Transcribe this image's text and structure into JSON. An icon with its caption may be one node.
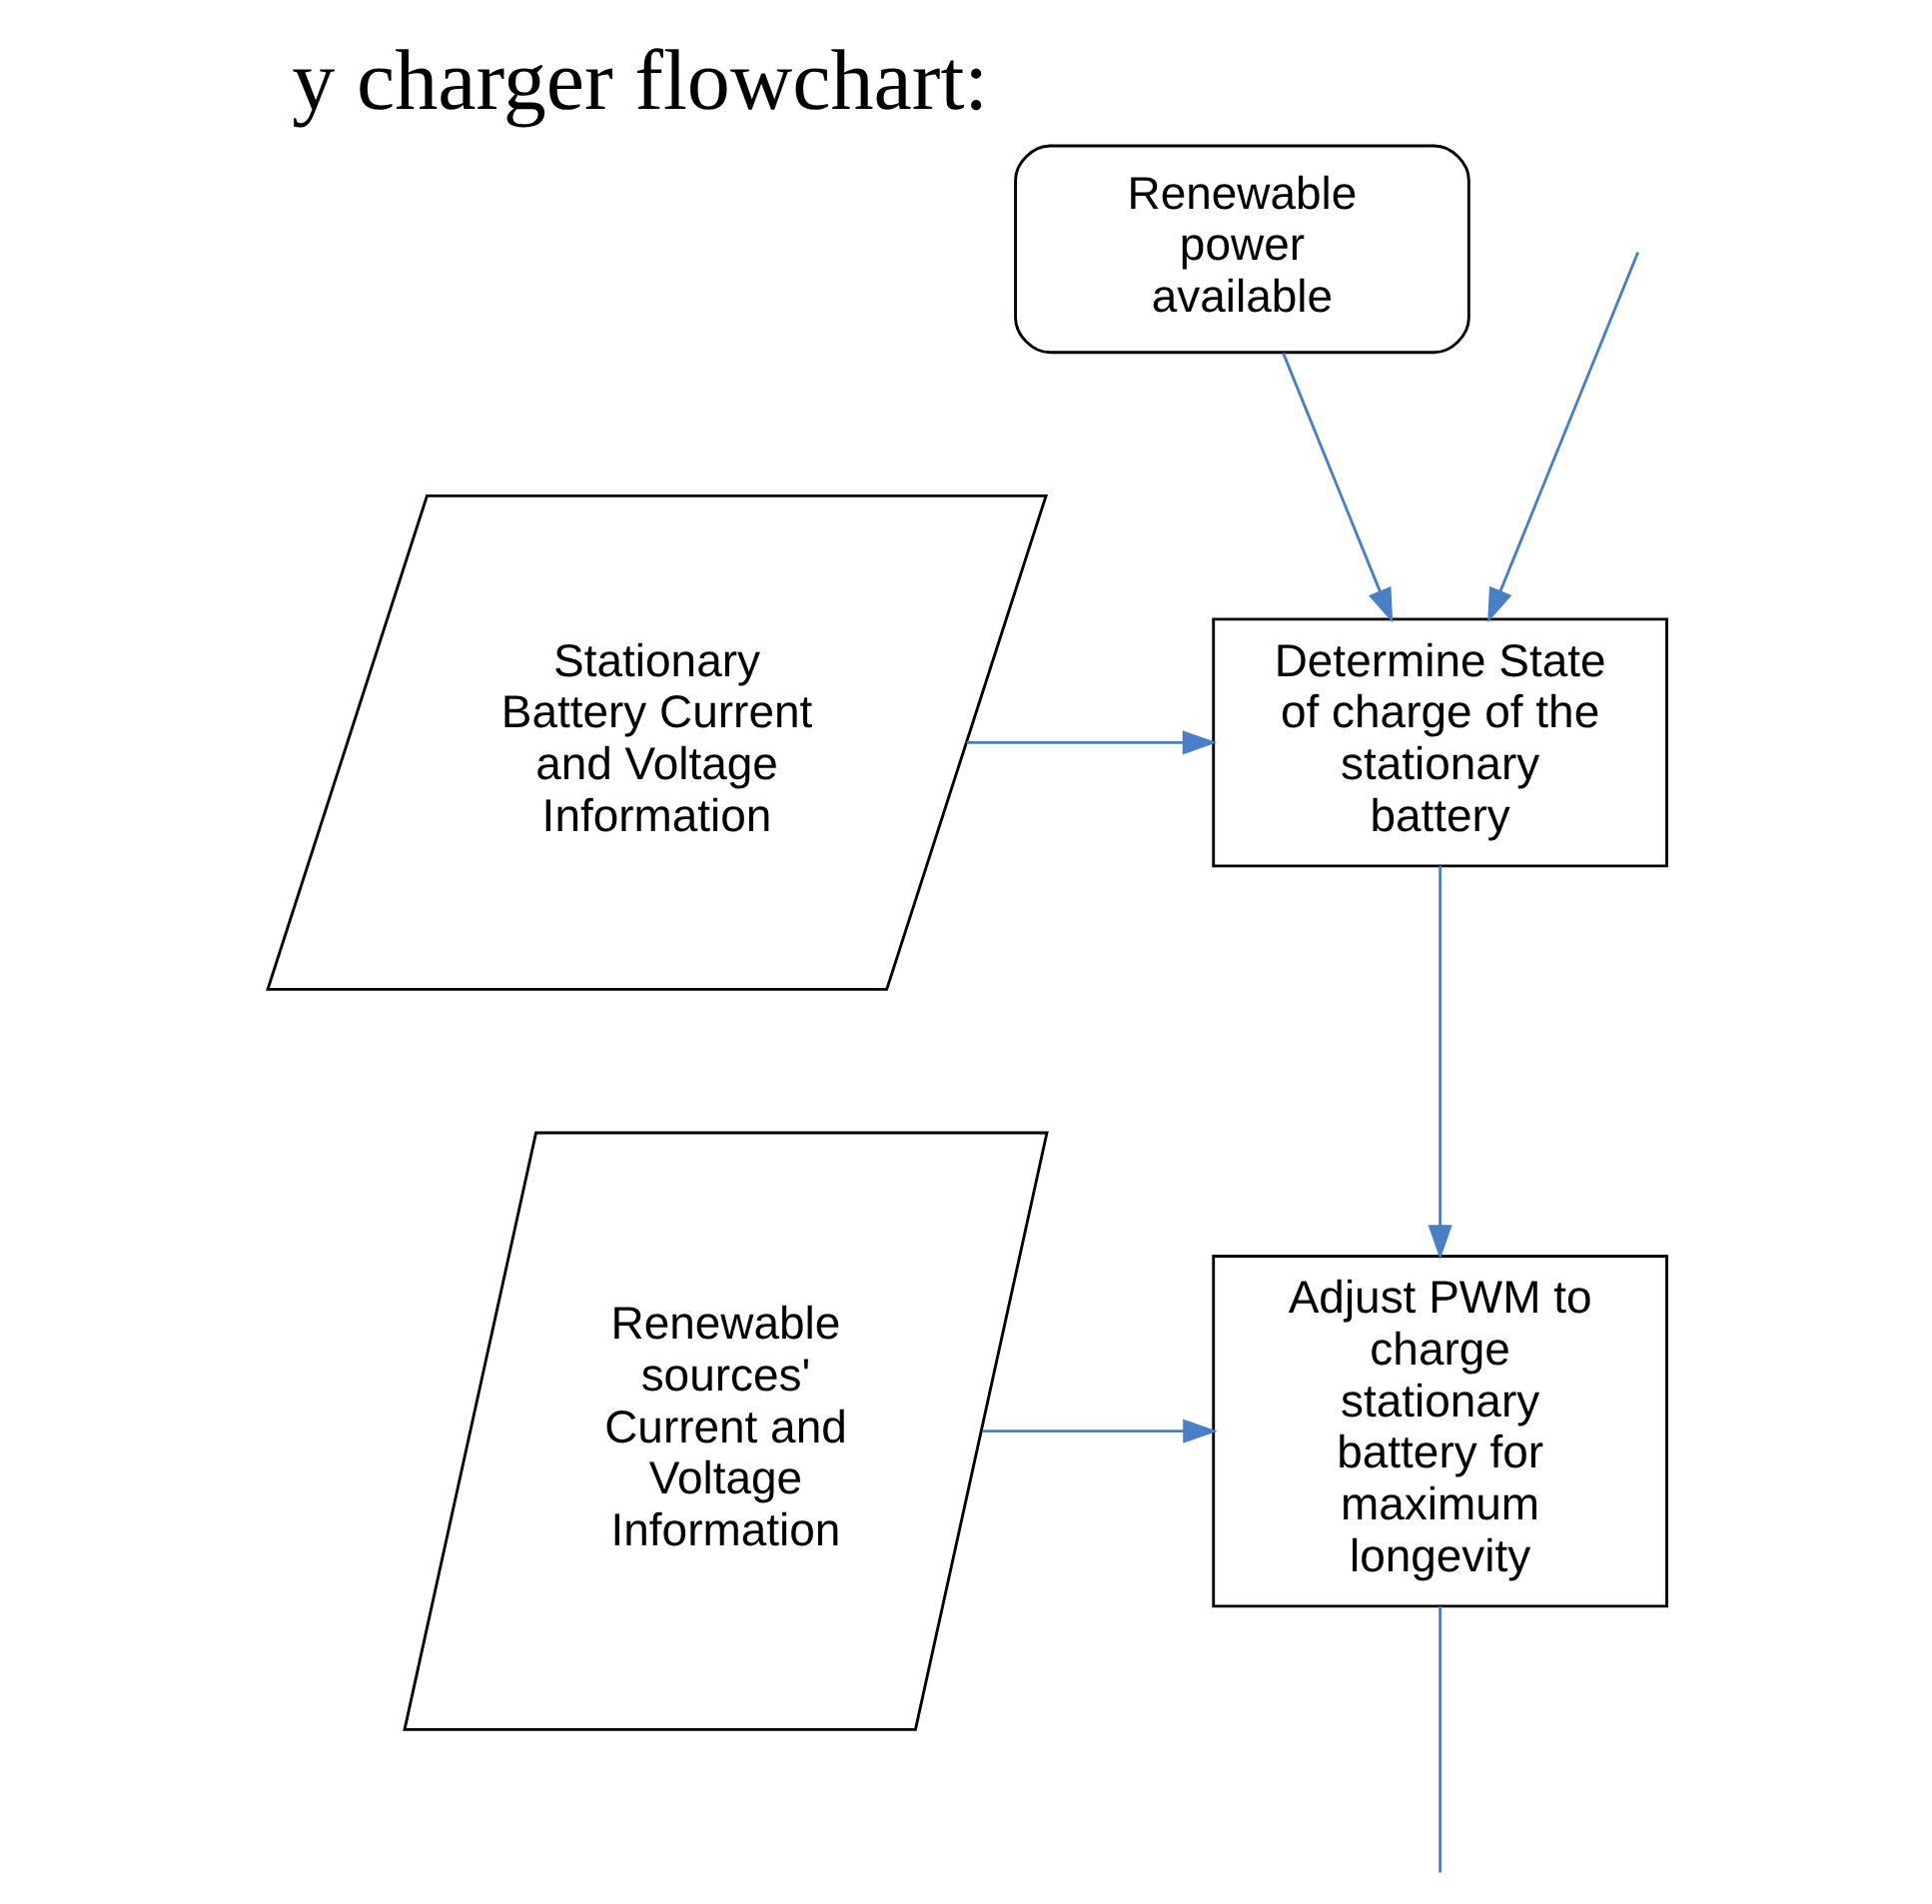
{
  "diagram": {
    "title": "y charger flowchart:",
    "nodes": [
      {
        "text": [
          "Renewable power available"
        ]
      },
      {
        "text": [
          "Stationary Battery Current and Voltage Information"
        ]
      },
      {
        "text": [
          "Determine State of charge of the stationary battery"
        ]
      },
      {
        "text": [
          "Renewable sources' Current and Voltage Information"
        ]
      },
      {
        "text": [
          "Adjust PWM to charge stationary battery for maximum longevity"
        ]
      }
    ],
    "edges": [
      {
        "from": 0,
        "to": 2,
        "arrow": "to"
      },
      {
        "from": null,
        "to": 2,
        "arrow": "to"
      },
      {
        "from": 1,
        "to": 2,
        "arrow": "to"
      },
      {
        "from": 2,
        "to": 4,
        "arrow": "to"
      },
      {
        "from": 3,
        "to": 4,
        "arrow": "to"
      },
      {
        "from": 4,
        "to": null,
        "arrow": "none"
      }
    ]
  }
}
